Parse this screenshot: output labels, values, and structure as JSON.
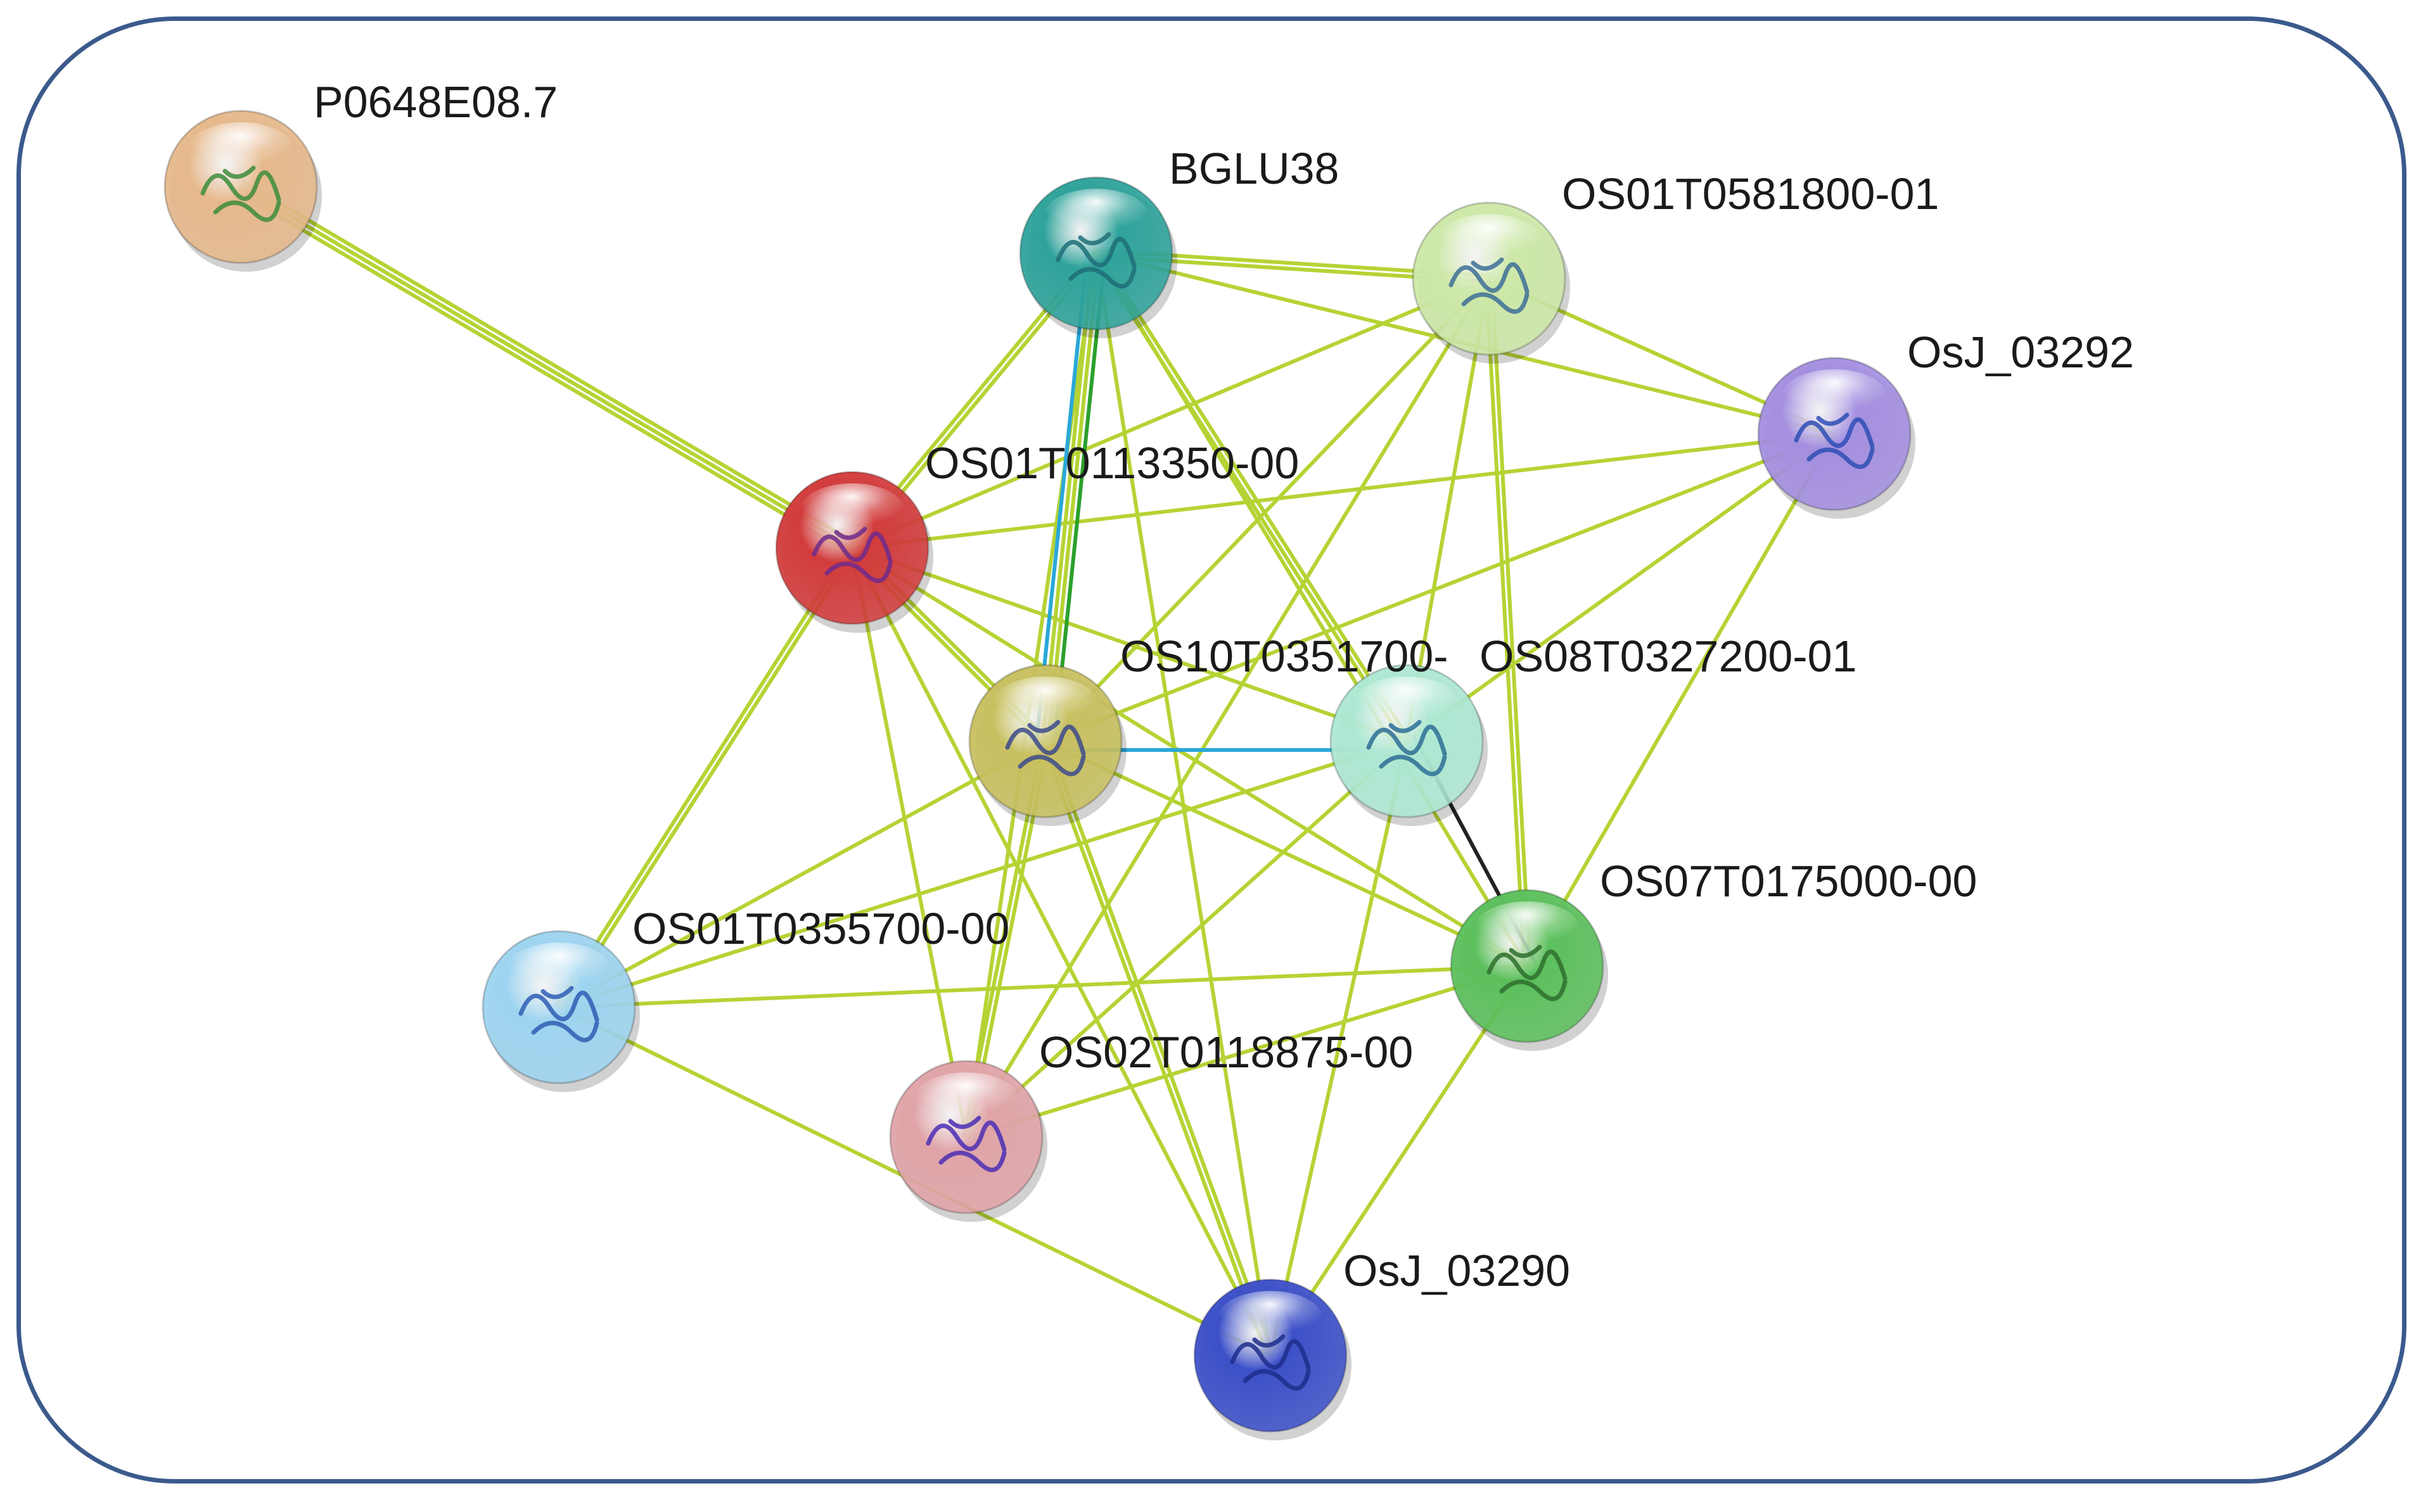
{
  "network": {
    "nodes": [
      {
        "id": "P0648E08.7",
        "label": "P0648E08.7",
        "color": "#e6b98c",
        "art": "#3c8c3c"
      },
      {
        "id": "BGLU38",
        "label": "BGLU38",
        "color": "#2fa39b",
        "art": "#1e6e78"
      },
      {
        "id": "OS01T0581800-01",
        "label": "OS01T0581800-01",
        "color": "#cde8a8",
        "art": "#3c6e96"
      },
      {
        "id": "OsJ_03292",
        "label": "OsJ_03292",
        "color": "#a48fe0",
        "art": "#2e4fb4"
      },
      {
        "id": "OS01T0113350-00",
        "label": "OS01T0113350-00",
        "color": "#d23c3c",
        "art": "#6e2a8c"
      },
      {
        "id": "OS10T0351700",
        "label": "OS10T0351700-",
        "color": "#c8c060",
        "art": "#3c4a8c"
      },
      {
        "id": "OS08T0327200-01",
        "label": "OS08T0327200-01",
        "color": "#aee8d2",
        "art": "#2e6e96"
      },
      {
        "id": "OS07T0175000-00",
        "label": "OS07T0175000-00",
        "color": "#5cc05c",
        "art": "#2e6e2e"
      },
      {
        "id": "OS01T0355700-00",
        "label": "OS01T0355700-00",
        "color": "#9ed4f0",
        "art": "#2e5eb4"
      },
      {
        "id": "OS02T0118875-00",
        "label": "OS02T0118875-00",
        "color": "#e0a4a8",
        "art": "#4a2eb4"
      },
      {
        "id": "OsJ_03290",
        "label": "OsJ_03290",
        "color": "#3c50c8",
        "art": "#1e2e8c"
      }
    ],
    "edges": [
      {
        "from": "P0648E08.7",
        "to": "OS01T0113350-00",
        "count": 3
      },
      {
        "from": "BGLU38",
        "to": "OS01T0581800-01",
        "count": 2
      },
      {
        "from": "BGLU38",
        "to": "OsJ_03292",
        "count": 1
      },
      {
        "from": "BGLU38",
        "to": "OS01T0113350-00",
        "count": 2
      },
      {
        "from": "BGLU38",
        "to": "OS10T0351700",
        "count": 2
      },
      {
        "from": "BGLU38",
        "to": "OS08T0327200-01",
        "count": 2
      },
      {
        "from": "BGLU38",
        "to": "OS07T0175000-00",
        "count": 1
      },
      {
        "from": "BGLU38",
        "to": "OS02T0118875-00",
        "count": 1
      },
      {
        "from": "BGLU38",
        "to": "OsJ_03290",
        "count": 1
      },
      {
        "from": "OS01T0581800-01",
        "to": "OsJ_03292",
        "count": 1
      },
      {
        "from": "OS01T0581800-01",
        "to": "OS01T0113350-00",
        "count": 1
      },
      {
        "from": "OS01T0581800-01",
        "to": "OS10T0351700",
        "count": 1
      },
      {
        "from": "OS01T0581800-01",
        "to": "OS08T0327200-01",
        "count": 1
      },
      {
        "from": "OS01T0581800-01",
        "to": "OS07T0175000-00",
        "count": 2
      },
      {
        "from": "OS01T0581800-01",
        "to": "OS02T0118875-00",
        "count": 1
      },
      {
        "from": "OsJ_03292",
        "to": "OS01T0113350-00",
        "count": 1
      },
      {
        "from": "OsJ_03292",
        "to": "OS10T0351700",
        "count": 1
      },
      {
        "from": "OsJ_03292",
        "to": "OS08T0327200-01",
        "count": 1
      },
      {
        "from": "OsJ_03292",
        "to": "OS07T0175000-00",
        "count": 1
      },
      {
        "from": "OS01T0113350-00",
        "to": "OS10T0351700",
        "count": 2
      },
      {
        "from": "OS01T0113350-00",
        "to": "OS08T0327200-01",
        "count": 1
      },
      {
        "from": "OS01T0113350-00",
        "to": "OS07T0175000-00",
        "count": 1
      },
      {
        "from": "OS01T0113350-00",
        "to": "OS01T0355700-00",
        "count": 2
      },
      {
        "from": "OS01T0113350-00",
        "to": "OS02T0118875-00",
        "count": 1
      },
      {
        "from": "OS01T0113350-00",
        "to": "OsJ_03290",
        "count": 1
      },
      {
        "from": "OS10T0351700",
        "to": "OS07T0175000-00",
        "count": 1
      },
      {
        "from": "OS10T0351700",
        "to": "OS01T0355700-00",
        "count": 1
      },
      {
        "from": "OS10T0351700",
        "to": "OS02T0118875-00",
        "count": 2
      },
      {
        "from": "OS10T0351700",
        "to": "OsJ_03290",
        "count": 2
      },
      {
        "from": "OS08T0327200-01",
        "to": "OS01T0355700-00",
        "count": 1
      },
      {
        "from": "OS08T0327200-01",
        "to": "OS02T0118875-00",
        "count": 1
      },
      {
        "from": "OS08T0327200-01",
        "to": "OsJ_03290",
        "count": 1
      },
      {
        "from": "OS07T0175000-00",
        "to": "OS01T0355700-00",
        "count": 1
      },
      {
        "from": "OS07T0175000-00",
        "to": "OS02T0118875-00",
        "count": 1
      },
      {
        "from": "OS07T0175000-00",
        "to": "OsJ_03290",
        "count": 1
      },
      {
        "from": "OS01T0355700-00",
        "to": "OsJ_03290",
        "count": 1
      }
    ],
    "special_edges": [
      {
        "from": "BGLU38",
        "to": "OS10T0351700",
        "color": "#29a8d8"
      },
      {
        "from": "BGLU38",
        "to": "OS10T0351700",
        "color": "#2ca02c"
      },
      {
        "from": "OS10T0351700",
        "to": "OS08T0327200-01",
        "color": "#29a8d8"
      },
      {
        "from": "OS08T0327200-01",
        "to": "OS07T0175000-00",
        "color": "#222222"
      }
    ],
    "edge_color": "#b5d334",
    "frame_color": "#3b5a8c"
  }
}
